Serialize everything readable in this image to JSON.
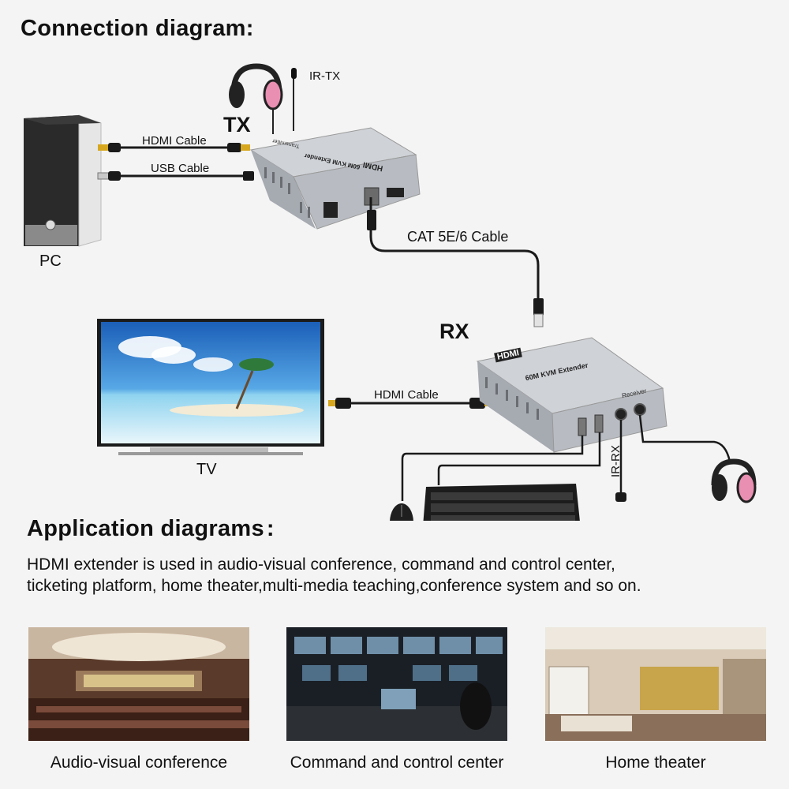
{
  "connection": {
    "title": "Connection diagram:",
    "tx_label": "TX",
    "rx_label": "RX",
    "pc_label": "PC",
    "tv_label": "TV",
    "ir_tx_label": "IR-TX",
    "ir_rx_label": "IR-RX",
    "hdmi_cable_label": "HDMI Cable",
    "usb_cable_label": "USB Cable",
    "cat_cable_label": "CAT 5E/6 Cable",
    "hdmi_cable_label_rx": "HDMI Cable",
    "device_logo": "HDMI",
    "device_name": "60M KVM Extender",
    "tx_side_text": "Transmitter",
    "rx_side_text": "Receiver"
  },
  "application": {
    "title": "Application diagrams",
    "colon": ":",
    "description_line1": "HDMI extender is used in audio-visual conference, command and control center,",
    "description_line2": "ticketing platform, home theater,multi-media teaching,conference system and so on.",
    "photos": [
      {
        "caption": "Audio-visual conference"
      },
      {
        "caption": "Command and control center"
      },
      {
        "caption": "Home theater"
      }
    ]
  },
  "colors": {
    "device_silver": "#b9bcc2",
    "cable_black": "#1a1a1a",
    "hdmi_gold": "#d7a81f",
    "headphone_pink": "#e98fb1",
    "sky_blue": "#2c7fd0"
  }
}
